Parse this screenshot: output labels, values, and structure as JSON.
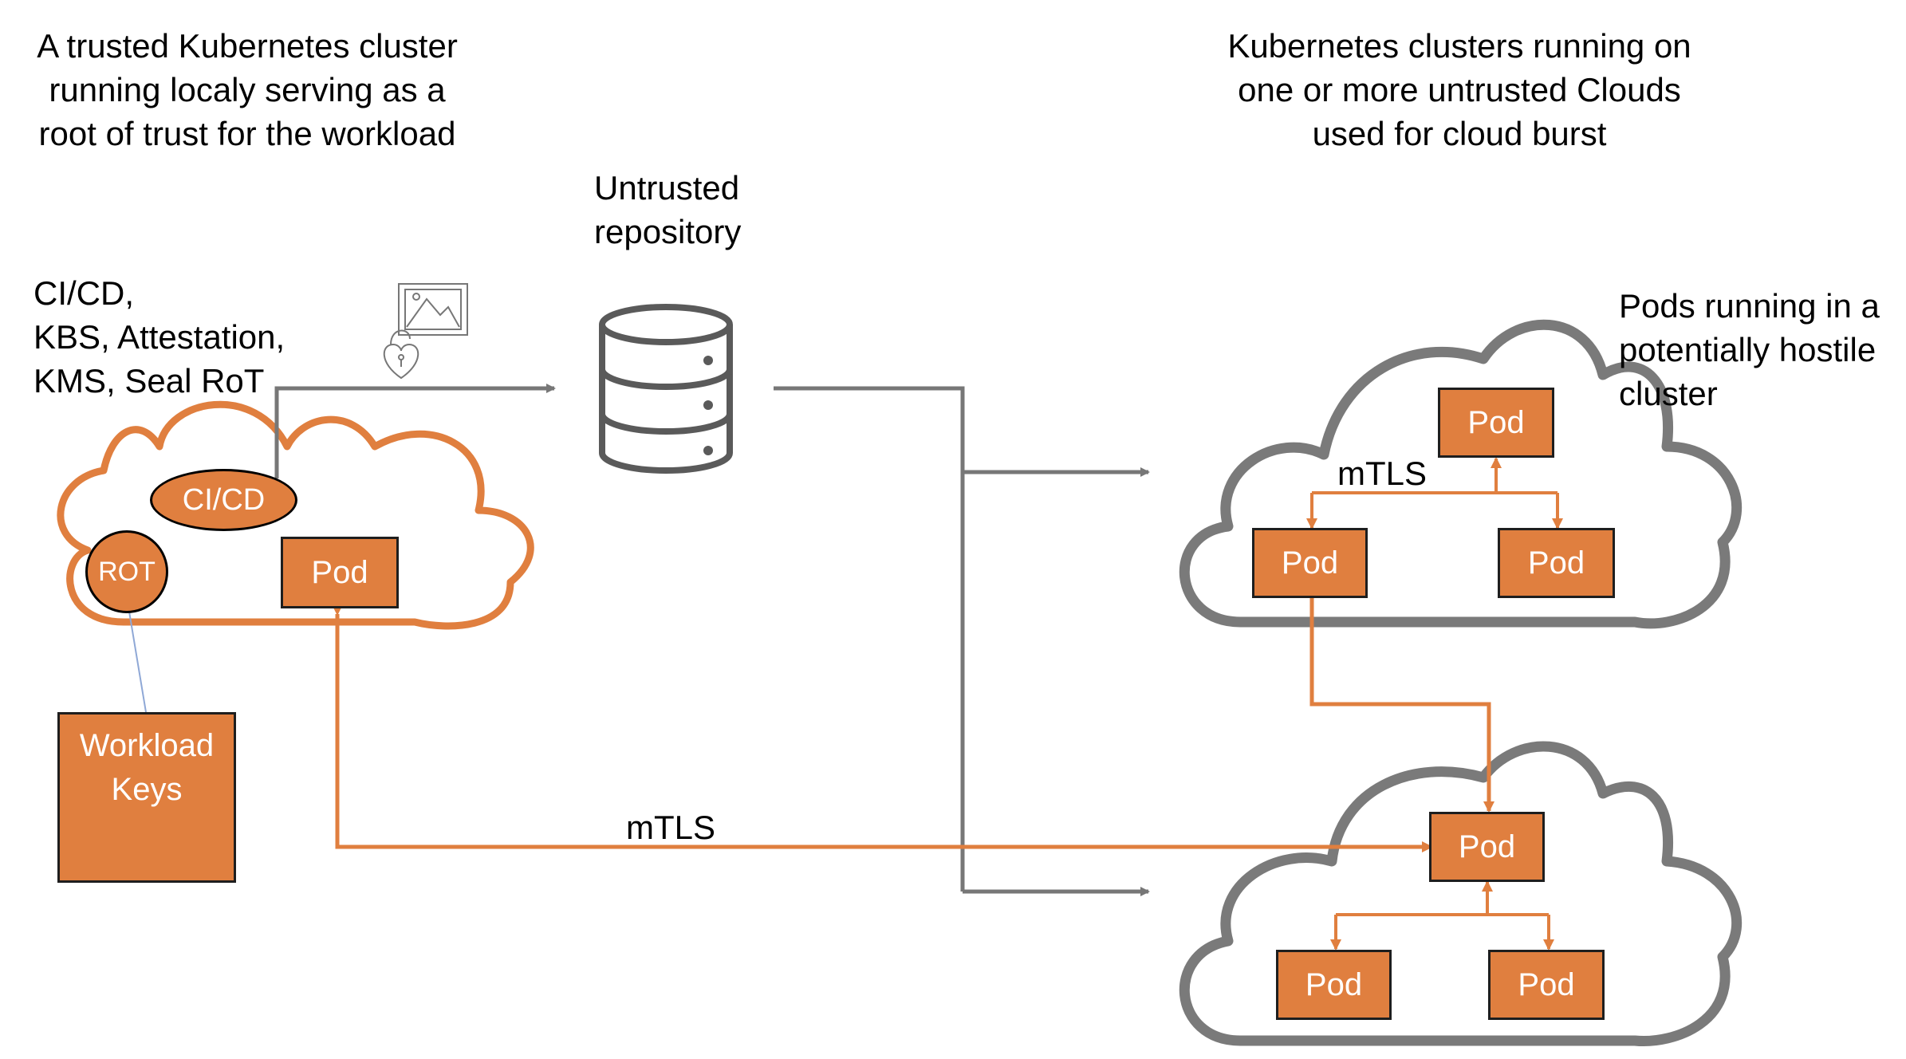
{
  "headings": {
    "trusted_cluster": [
      "A trusted Kubernetes cluster",
      "running localy serving as a",
      "root of trust for the workload"
    ],
    "untrusted_clusters": [
      "Kubernetes clusters running on",
      "one or more untrusted Clouds",
      "used for cloud burst"
    ],
    "repository": [
      "Untrusted",
      "repository"
    ],
    "services": [
      "CI/CD,",
      "KBS, Attestation,",
      "KMS, Seal RoT"
    ],
    "hostile_pods": [
      "Pods running in a",
      "potentially hostile",
      "cluster"
    ]
  },
  "trusted": {
    "cicd_label": "CI/CD",
    "rot_label": "ROT",
    "pod_label": "Pod",
    "workload_keys": [
      "Workload",
      "Keys"
    ]
  },
  "cloud_top": {
    "pods": [
      "Pod",
      "Pod",
      "Pod"
    ],
    "link_label": "mTLS"
  },
  "cloud_bottom": {
    "pods": [
      "Pod",
      "Pod",
      "Pod"
    ]
  },
  "link_label_main": "mTLS",
  "icons": [
    "image-icon",
    "padlock-heart-icon",
    "database-icon",
    "key-icon"
  ],
  "colors": {
    "accent_orange": "#e07f3f",
    "cloud_grey": "#7a7a7a",
    "arrow_grey": "#777777",
    "connector_blue": "#8fa8d6"
  }
}
